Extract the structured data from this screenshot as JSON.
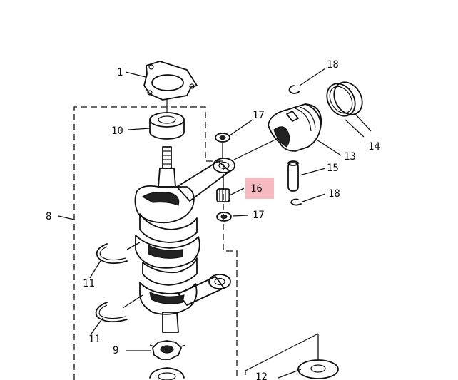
{
  "labels": {
    "p1": "1",
    "p10": "10",
    "p8": "8",
    "p17a": "17",
    "p17b": "17",
    "p18a": "18",
    "p18b": "18",
    "p13": "13",
    "p14": "14",
    "p15": "15",
    "p16": "16",
    "p11a": "11",
    "p11b": "11",
    "p9": "9",
    "p12": "12"
  },
  "highlight_color": "#f6b9c0"
}
